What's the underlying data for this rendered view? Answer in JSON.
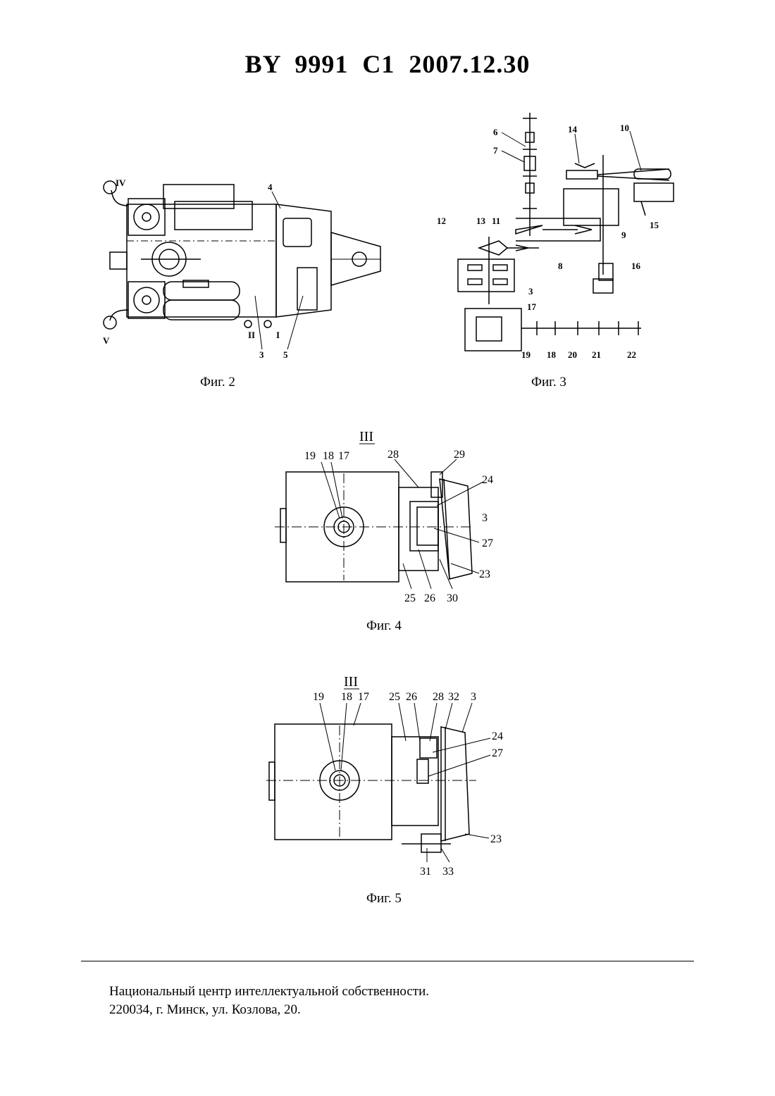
{
  "header": "BY 9991 C1 2007.12.30",
  "fig2": {
    "caption": "Фиг. 2",
    "labels": [
      "IV",
      "4",
      "V",
      "II",
      "I",
      "3",
      "5"
    ]
  },
  "fig3": {
    "caption": "Фиг. 3",
    "labels": [
      "6",
      "7",
      "14",
      "10",
      "12",
      "13",
      "11",
      "9",
      "15",
      "8",
      "16",
      "3",
      "17",
      "19",
      "18",
      "20",
      "21",
      "22"
    ]
  },
  "fig4": {
    "caption": "Фиг. 4",
    "view": "III",
    "labels": [
      "19",
      "18",
      "17",
      "28",
      "29",
      "24",
      "3",
      "27",
      "23",
      "25",
      "26",
      "30"
    ]
  },
  "fig5": {
    "caption": "Фиг. 5",
    "view": "III",
    "labels": [
      "19",
      "18",
      "17",
      "25",
      "26",
      "28",
      "32",
      "3",
      "24",
      "27",
      "23",
      "31",
      "33"
    ]
  },
  "footer": {
    "line1": "Национальный центр интеллектуальной собственности.",
    "line2": "220034, г. Минск, ул. Козлова, 20."
  }
}
